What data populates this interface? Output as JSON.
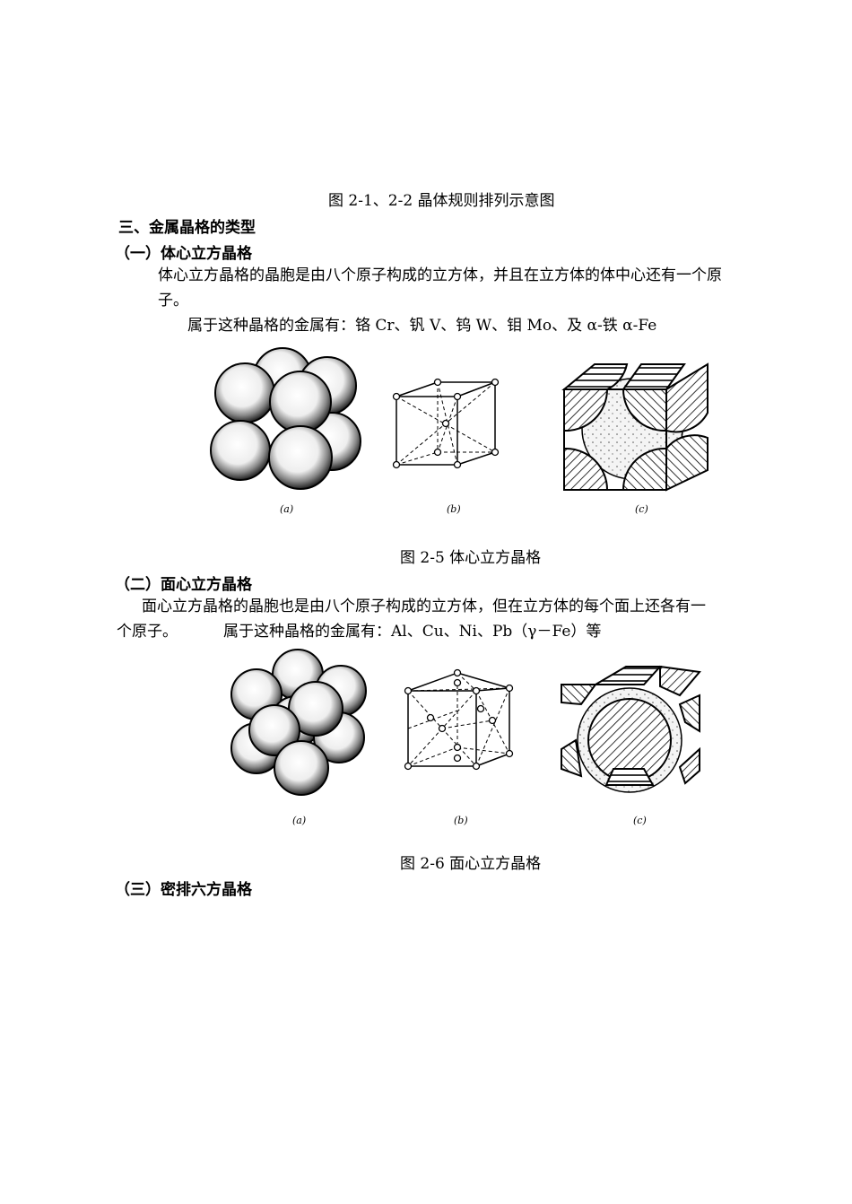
{
  "caption_fig21": "图 2-1、2-2  晶体规则排列示意图",
  "section3_title": "三、金属晶格的类型",
  "bcc": {
    "heading": "（一）体心立方晶格",
    "desc_line1": "体心立方晶格的晶胞是由八个原子构成的立方体，并且在立方体的体中心还有一个原",
    "desc_line2": "子。",
    "metals": "属于这种晶格的金属有：铬 Cr、钒 V、钨 W、钼 Mo、及 α-铁 α-Fe",
    "fig_labels": [
      "(a)",
      "(b)",
      "(c)"
    ],
    "caption": "图 2-5  体心立方晶格"
  },
  "fcc": {
    "heading": "（二）面心立方晶格",
    "desc_line1": "面心立方晶格的晶胞也是由八个原子构成的立方体，但在立方体的每个面上还各有一",
    "desc_line2": "个原子。",
    "metals": "属于这种晶格的金属有：Al、Cu、Ni、Pb（γ－Fe）等",
    "fig_labels": [
      "(a)",
      "(b)",
      "(c)"
    ],
    "caption": "图 2-6   面心立方晶格"
  },
  "hcp": {
    "heading": "（三）密排六方晶格"
  }
}
